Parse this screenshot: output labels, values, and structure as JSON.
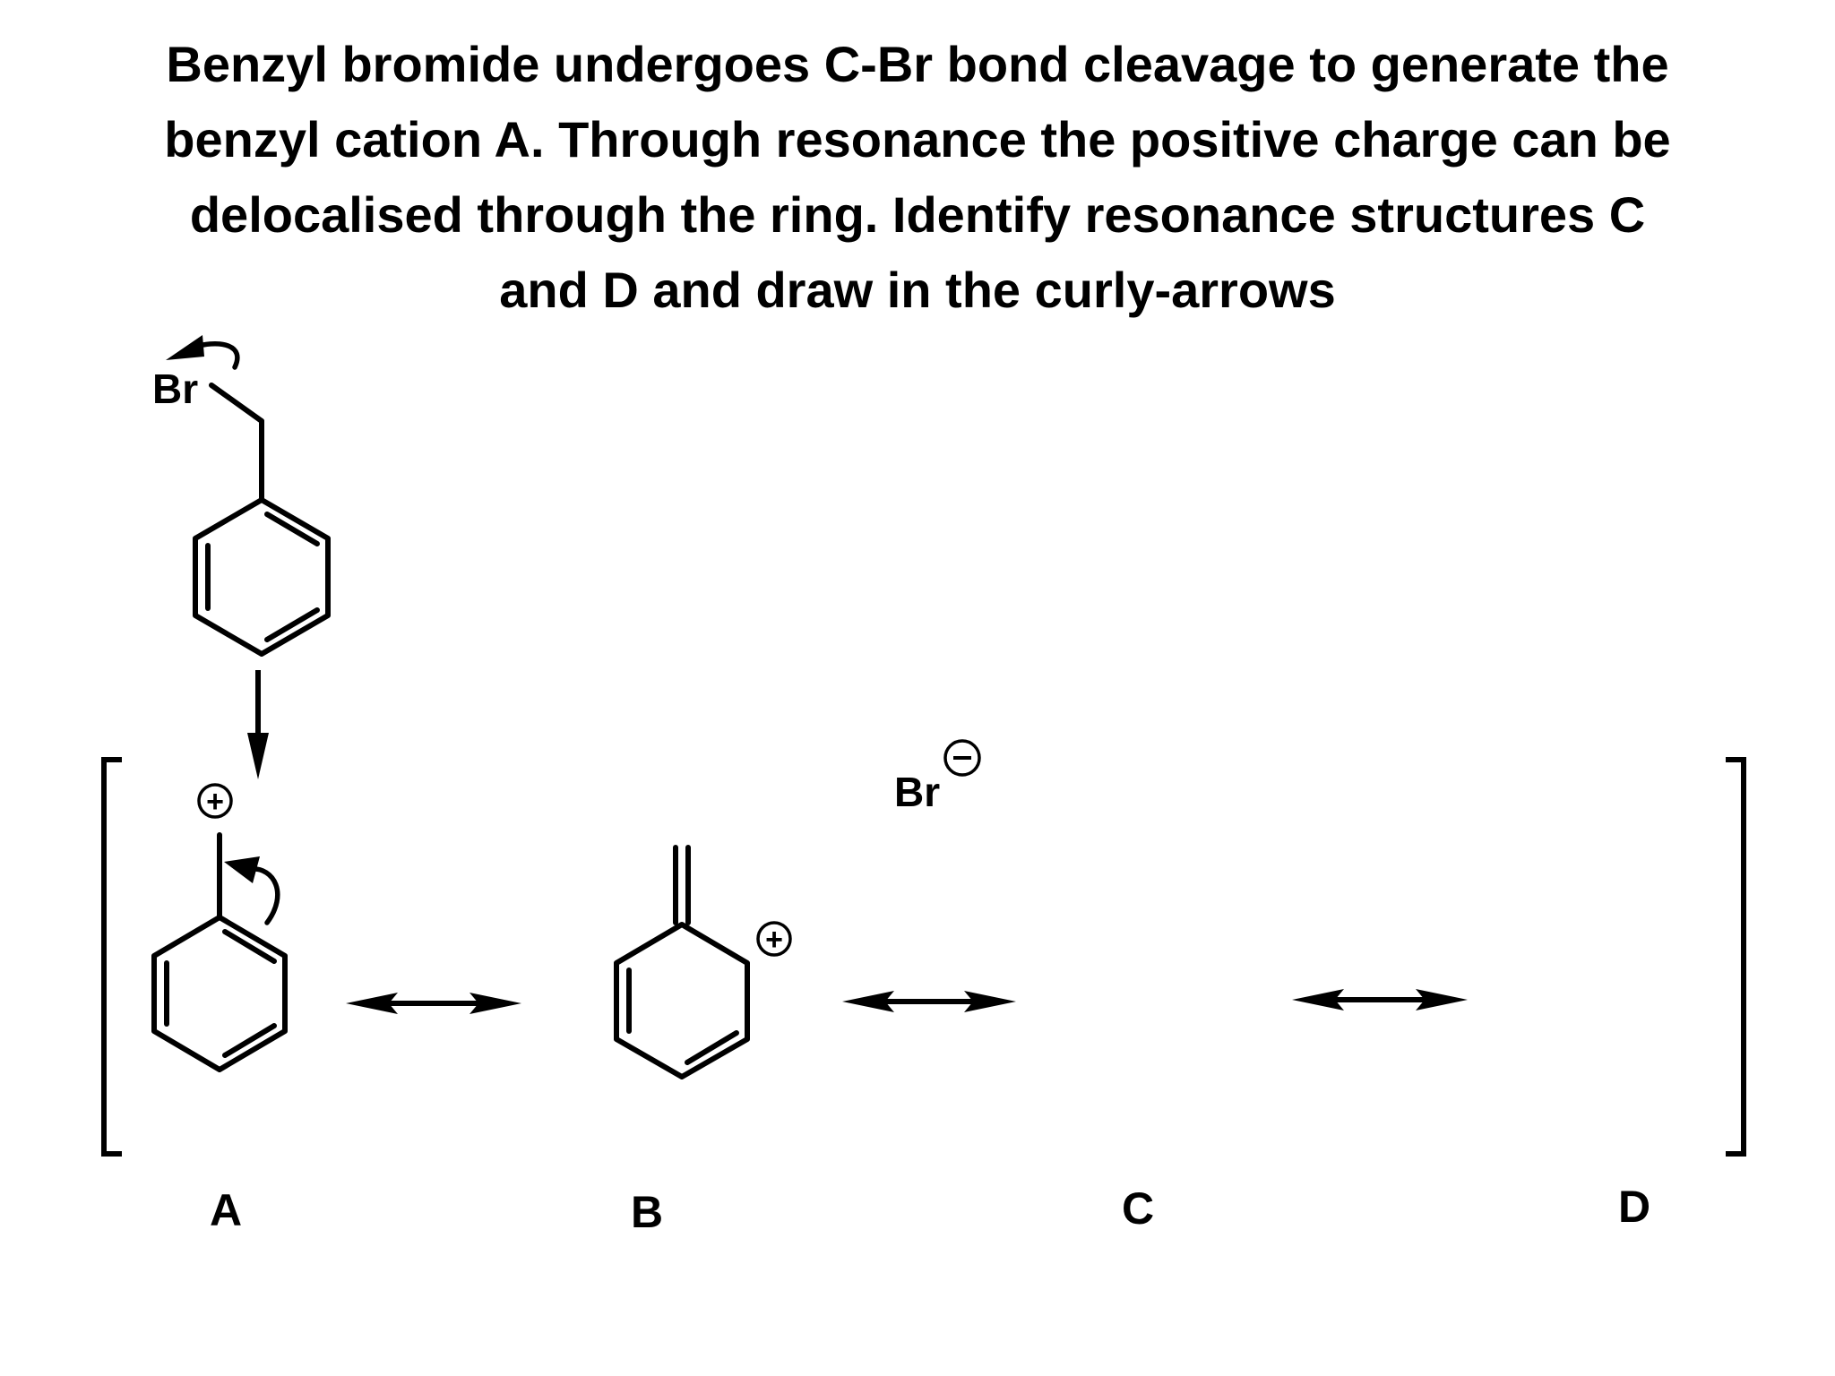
{
  "question": {
    "lines": [
      "Benzyl bromide undergoes C-Br bond cleavage to generate the",
      "benzyl cation A.   Through resonance the positive charge can be",
      "delocalised through the ring. Identify resonance structures C",
      "and D and draw in the curly-arrows"
    ]
  },
  "reactant": {
    "atom_label": "Br"
  },
  "byproduct": {
    "atom_label": "Br",
    "charge": "−"
  },
  "cation_a": {
    "charge": "+"
  },
  "cation_b": {
    "charge": "+"
  },
  "structure_labels": {
    "a": "A",
    "b": "B",
    "c": "C",
    "d": "D"
  }
}
